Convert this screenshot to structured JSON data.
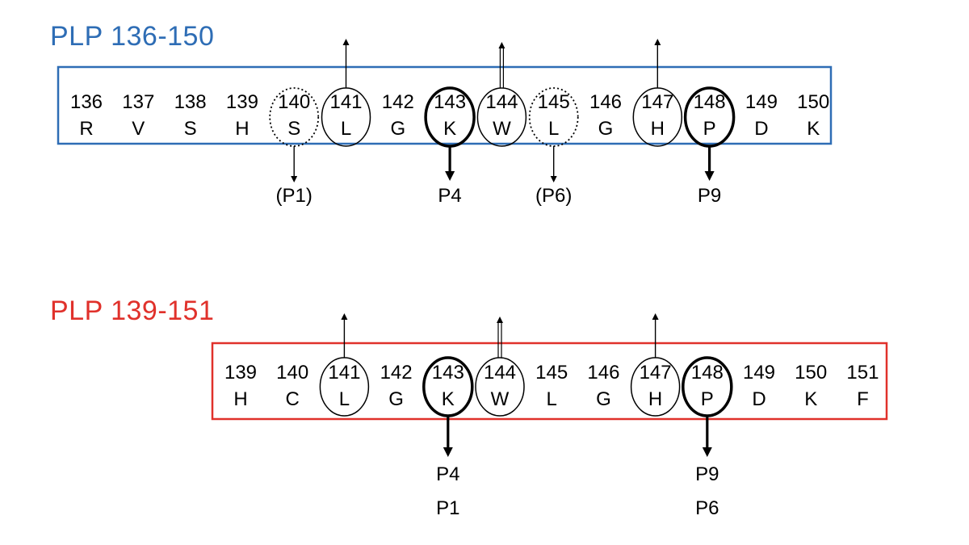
{
  "colors": {
    "panel1": "#2e6db5",
    "panel2": "#e0312b",
    "ink": "#000000"
  },
  "panels": [
    {
      "title": "PLP 136-150",
      "residues": [
        {
          "num": "136",
          "aa": "R",
          "mark": "none",
          "arrow": "none"
        },
        {
          "num": "137",
          "aa": "V",
          "mark": "none",
          "arrow": "none"
        },
        {
          "num": "138",
          "aa": "S",
          "mark": "none",
          "arrow": "none"
        },
        {
          "num": "139",
          "aa": "H",
          "mark": "none",
          "arrow": "none"
        },
        {
          "num": "140",
          "aa": "S",
          "mark": "dotted",
          "arrow": "down",
          "labels": [
            "(P1)"
          ]
        },
        {
          "num": "141",
          "aa": "L",
          "mark": "thin",
          "arrow": "up"
        },
        {
          "num": "142",
          "aa": "G",
          "mark": "none",
          "arrow": "none"
        },
        {
          "num": "143",
          "aa": "K",
          "mark": "bold",
          "arrow": "down-bold",
          "labels": [
            "P4"
          ]
        },
        {
          "num": "144",
          "aa": "W",
          "mark": "thin",
          "arrow": "up-double"
        },
        {
          "num": "145",
          "aa": "L",
          "mark": "dotted",
          "arrow": "down",
          "labels": [
            "(P6)"
          ]
        },
        {
          "num": "146",
          "aa": "G",
          "mark": "none",
          "arrow": "none"
        },
        {
          "num": "147",
          "aa": "H",
          "mark": "thin",
          "arrow": "up"
        },
        {
          "num": "148",
          "aa": "P",
          "mark": "bold",
          "arrow": "down-bold",
          "labels": [
            "P9"
          ]
        },
        {
          "num": "149",
          "aa": "D",
          "mark": "none",
          "arrow": "none"
        },
        {
          "num": "150",
          "aa": "K",
          "mark": "none",
          "arrow": "none"
        }
      ]
    },
    {
      "title": "PLP 139-151",
      "residues": [
        {
          "num": "139",
          "aa": "H",
          "mark": "none",
          "arrow": "none"
        },
        {
          "num": "140",
          "aa": "C",
          "mark": "none",
          "arrow": "none"
        },
        {
          "num": "141",
          "aa": "L",
          "mark": "thin",
          "arrow": "up"
        },
        {
          "num": "142",
          "aa": "G",
          "mark": "none",
          "arrow": "none"
        },
        {
          "num": "143",
          "aa": "K",
          "mark": "bold",
          "arrow": "down-bold",
          "labels": [
            "P4",
            "P1"
          ]
        },
        {
          "num": "144",
          "aa": "W",
          "mark": "thin",
          "arrow": "up-double"
        },
        {
          "num": "145",
          "aa": "L",
          "mark": "none",
          "arrow": "none"
        },
        {
          "num": "146",
          "aa": "G",
          "mark": "none",
          "arrow": "none"
        },
        {
          "num": "147",
          "aa": "H",
          "mark": "thin",
          "arrow": "up"
        },
        {
          "num": "148",
          "aa": "P",
          "mark": "bold",
          "arrow": "down-bold",
          "labels": [
            "P9",
            "P6"
          ]
        },
        {
          "num": "149",
          "aa": "D",
          "mark": "none",
          "arrow": "none"
        },
        {
          "num": "150",
          "aa": "K",
          "mark": "none",
          "arrow": "none"
        },
        {
          "num": "151",
          "aa": "F",
          "mark": "none",
          "arrow": "none"
        }
      ]
    }
  ]
}
